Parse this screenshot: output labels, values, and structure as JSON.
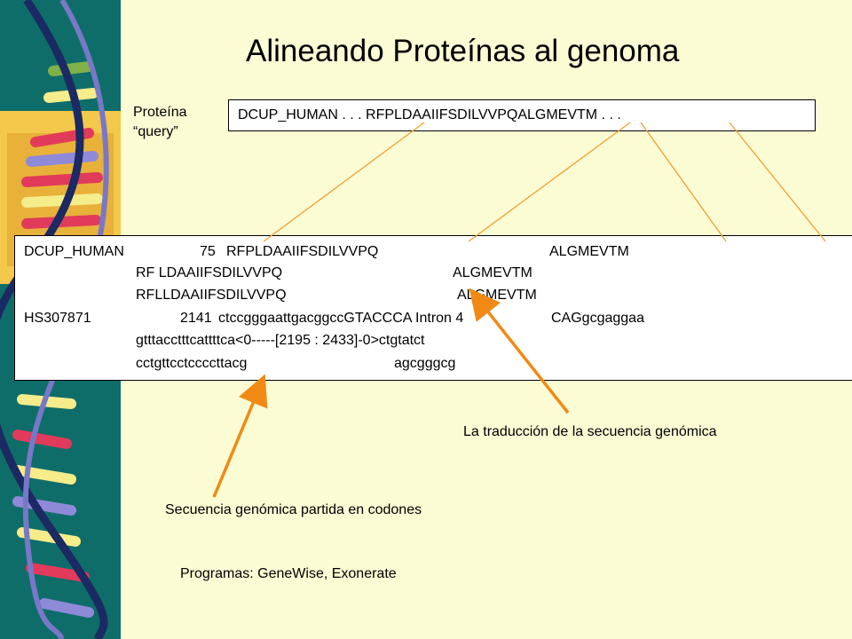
{
  "title": "Alineando Proteínas al genoma",
  "query": {
    "label_line1": "Proteína",
    "label_line2": "“query”",
    "sequence": "DCUP_HUMAN . . . RFPLDAAIIFSDILVVPQALGMEVTM . . ."
  },
  "alignment": {
    "row1": {
      "name": "DCUP_HUMAN",
      "pos": "75",
      "seg1": "RFPLDAAIIFSDILVVPQ",
      "seg2": "ALGMEVTM"
    },
    "row2": {
      "seg1": "RF LDAAIIFSDILVVPQ",
      "seg2": "ALGMEVTM"
    },
    "row3": {
      "seg1": "RFLLDAAIIFSDILVVPQ",
      "seg2": "ALGMEVTM"
    },
    "row4": {
      "name": "HS307871",
      "pos": "2141",
      "seg1": "ctccgggaattgacggccGTACCCA  Intron 4",
      "seg2": "CAGgcgaggaa"
    },
    "row5": {
      "seg1": "gtttacctttcattttca<0-----[2195 : 2433]-0>ctgtatct"
    },
    "row6": {
      "seg1": "cctgttcctccccttacg",
      "seg2": "agcgggcg"
    }
  },
  "annotations": {
    "translation": "La traducción de la secuencia genómica",
    "codons": "Secuencia genómica partida en codones",
    "programs": "Programas: GeneWise, Exonerate"
  },
  "colors": {
    "background": "#fbfbd4",
    "sidebar": "#0e6d69",
    "arrow": "#f08a14",
    "thin_line": "#f0a030"
  }
}
